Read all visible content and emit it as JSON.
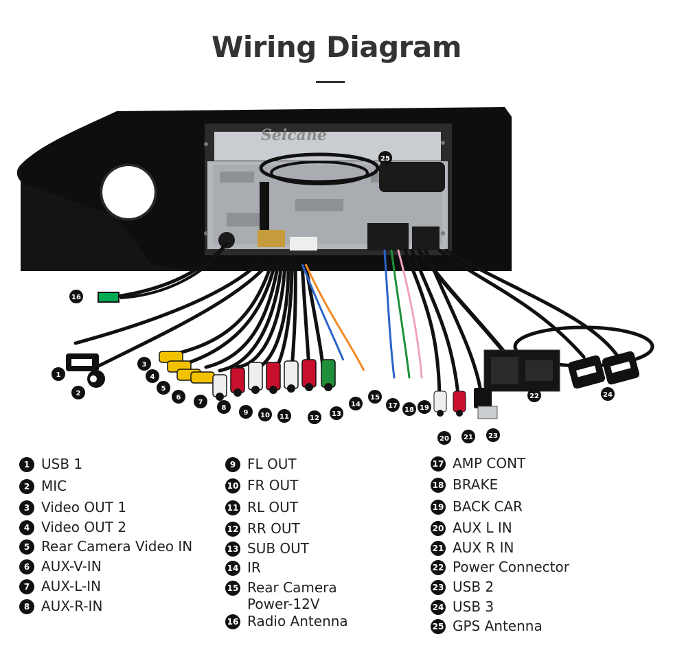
{
  "title": "Wiring Diagram",
  "brand": "Seicane",
  "legend": [
    {
      "num": "1",
      "label": "USB 1"
    },
    {
      "num": "2",
      "label": "MIC"
    },
    {
      "num": "3",
      "label": "Video OUT 1"
    },
    {
      "num": "4",
      "label": "Video OUT 2"
    },
    {
      "num": "5",
      "label": "Rear Camera Video IN"
    },
    {
      "num": "6",
      "label": "AUX-V-IN"
    },
    {
      "num": "7",
      "label": "AUX-L-IN"
    },
    {
      "num": "8",
      "label": "AUX-R-IN"
    },
    {
      "num": "9",
      "label": "FL OUT"
    },
    {
      "num": "10",
      "label": "FR OUT"
    },
    {
      "num": "11",
      "label": "RL OUT"
    },
    {
      "num": "12",
      "label": "RR OUT"
    },
    {
      "num": "13",
      "label": "SUB OUT"
    },
    {
      "num": "14",
      "label": "IR"
    },
    {
      "num": "15",
      "label": "Rear Camera",
      "label2": "Power-12V"
    },
    {
      "num": "16",
      "label": "Radio Antenna"
    },
    {
      "num": "17",
      "label": "AMP CONT"
    },
    {
      "num": "18",
      "label": "BRAKE"
    },
    {
      "num": "19",
      "label": "BACK CAR"
    },
    {
      "num": "20",
      "label": "AUX L IN"
    },
    {
      "num": "21",
      "label": "AUX R IN"
    },
    {
      "num": "22",
      "label": "Power Connector"
    },
    {
      "num": "23",
      "label": "USB 2"
    },
    {
      "num": "24",
      "label": "USB 3"
    },
    {
      "num": "25",
      "label": "GPS Antenna"
    }
  ],
  "colors": {
    "rca_yellow": "#f2c200",
    "rca_red": "#c8102e",
    "rca_white": "#eeeeee",
    "wire_green": "#1f8f3a",
    "wire_blue": "#2a63c8",
    "wire_orange": "#f08a24",
    "wire_pink": "#f2a2c0",
    "panel_black": "#111111"
  }
}
